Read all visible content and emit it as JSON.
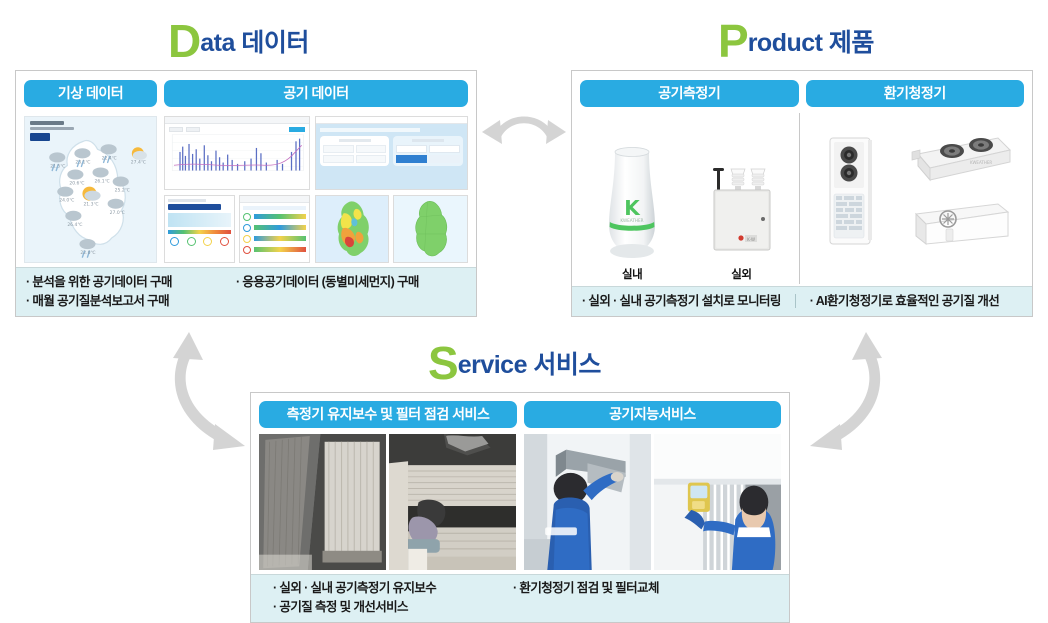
{
  "sections": {
    "data": {
      "title_cap": "D",
      "title_rest": "ata 데이터",
      "chips": [
        {
          "label": "기상 데이터"
        },
        {
          "label": "공기 데이터"
        }
      ],
      "bullets_left": [
        "· 분석을 위한 공기데이터 구매",
        "· 매월 공기질분석보고서 구매"
      ],
      "bullets_right": [
        "· 응용공기데이터 (동별미세먼지) 구매"
      ]
    },
    "product": {
      "title_cap": "P",
      "title_rest": "roduct 제품",
      "chips": [
        {
          "label": "공기측정기"
        },
        {
          "label": "환기청정기"
        }
      ],
      "captions": [
        {
          "label": "실내"
        },
        {
          "label": "실외"
        }
      ],
      "logo_letter": "K",
      "bullets_left": [
        "· 실외 · 실내 공기측정기 설치로 모니터링"
      ],
      "bullets_right": [
        "· AI환기청정기로 효율적인 공기질 개선"
      ]
    },
    "service": {
      "title_cap": "S",
      "title_rest": "ervice 서비스",
      "chips": [
        {
          "label": "측정기 유지보수 및 필터 점검 서비스"
        },
        {
          "label": "공기지능서비스"
        }
      ],
      "bullets_left": [
        "· 실외 · 실내 공기측정기 유지보수",
        "· 공기질 측정 및 개선서비스"
      ],
      "bullets_right": [
        "· 환기청정기 점검 및 필터교체"
      ]
    }
  },
  "arrows": [
    {
      "name": "data-product-arrow"
    },
    {
      "name": "data-service-arrow"
    },
    {
      "name": "product-service-arrow"
    }
  ],
  "colors": {
    "accent_green": "#8cc63f",
    "title_navy": "#1f4e9c",
    "chip_blue": "#29abe2",
    "footer_cyan": "#ddf0f3",
    "arrow_gray": "#d4d4d4"
  }
}
